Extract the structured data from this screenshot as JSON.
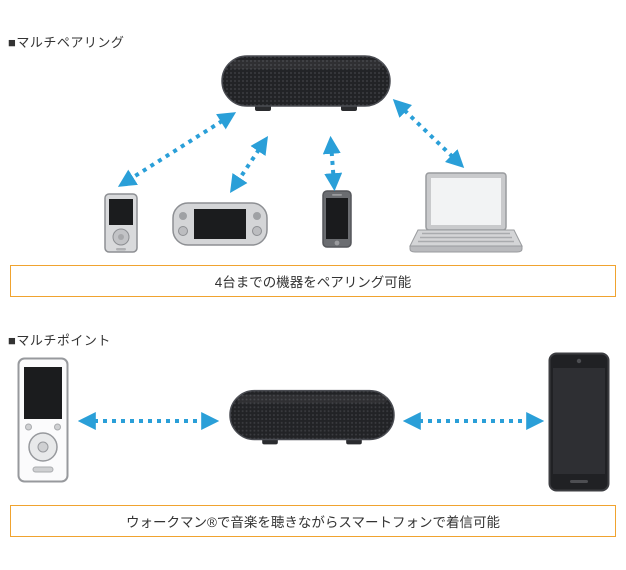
{
  "colors": {
    "arrow-blue": "#2a9fd8",
    "box-border": "#f0a32f",
    "text-color": "#333333"
  },
  "sections": [
    {
      "heading": "■マルチペアリング",
      "caption": "4台までの機器をペアリング可能",
      "devices": [
        "speaker-icon",
        "walkman-icon",
        "psvita-icon",
        "smartphone-icon",
        "laptop-icon"
      ]
    },
    {
      "heading": "■マルチポイント",
      "caption": "ウォークマン®で音楽を聴きながらスマートフォンで着信可能",
      "devices": [
        "walkman-icon",
        "speaker-icon",
        "smartphone-icon"
      ]
    }
  ]
}
